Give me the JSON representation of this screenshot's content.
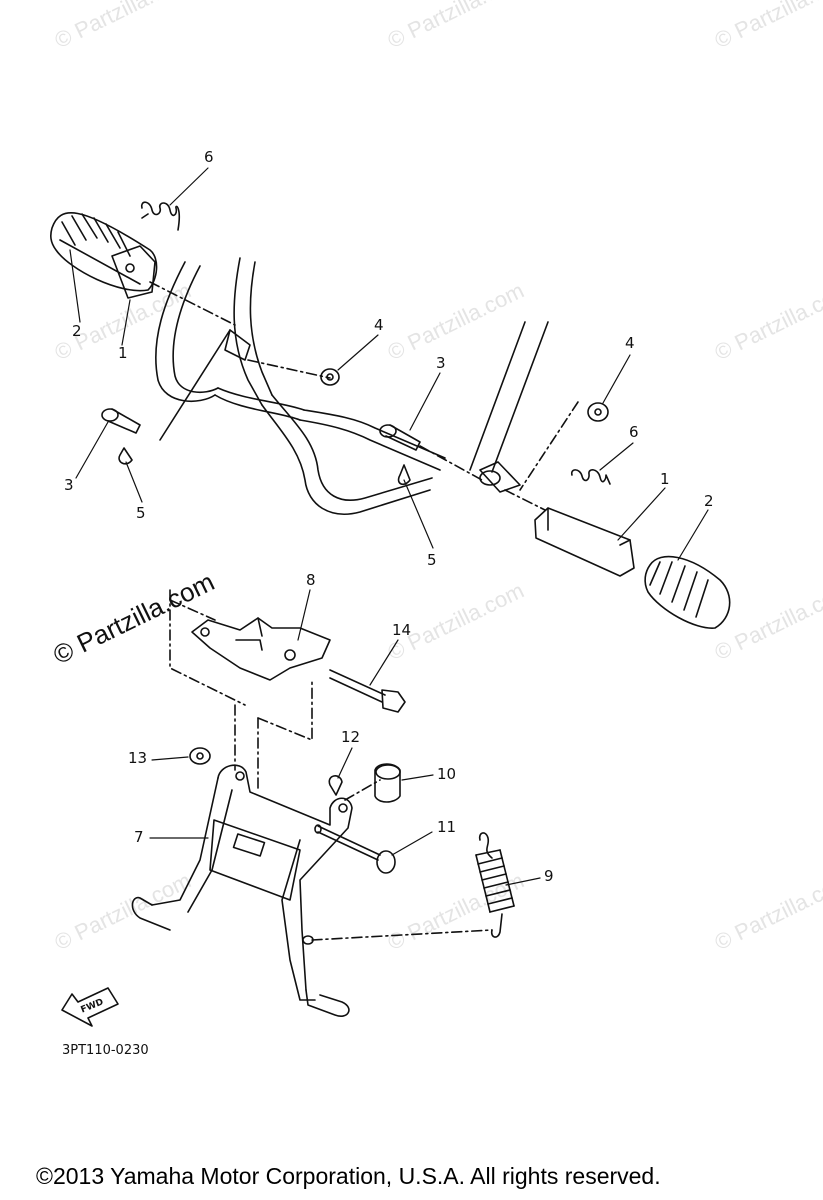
{
  "watermark": {
    "text": "© Partzilla.com",
    "prominent_text": "© Partzilla.com",
    "color": "#e4e4e4"
  },
  "callouts": [
    "6",
    "2",
    "1",
    "4",
    "3",
    "5",
    "3",
    "5",
    "4",
    "6",
    "1",
    "2",
    "8",
    "14",
    "12",
    "10",
    "13",
    "7",
    "11",
    "9"
  ],
  "fwd_arrow_label": "FWD",
  "diagram_code": "3PT110-0230",
  "copyright": "©2013 Yamaha Motor Corporation, U.S.A. All rights reserved.",
  "colors": {
    "line": "#111111",
    "background": "#ffffff"
  }
}
